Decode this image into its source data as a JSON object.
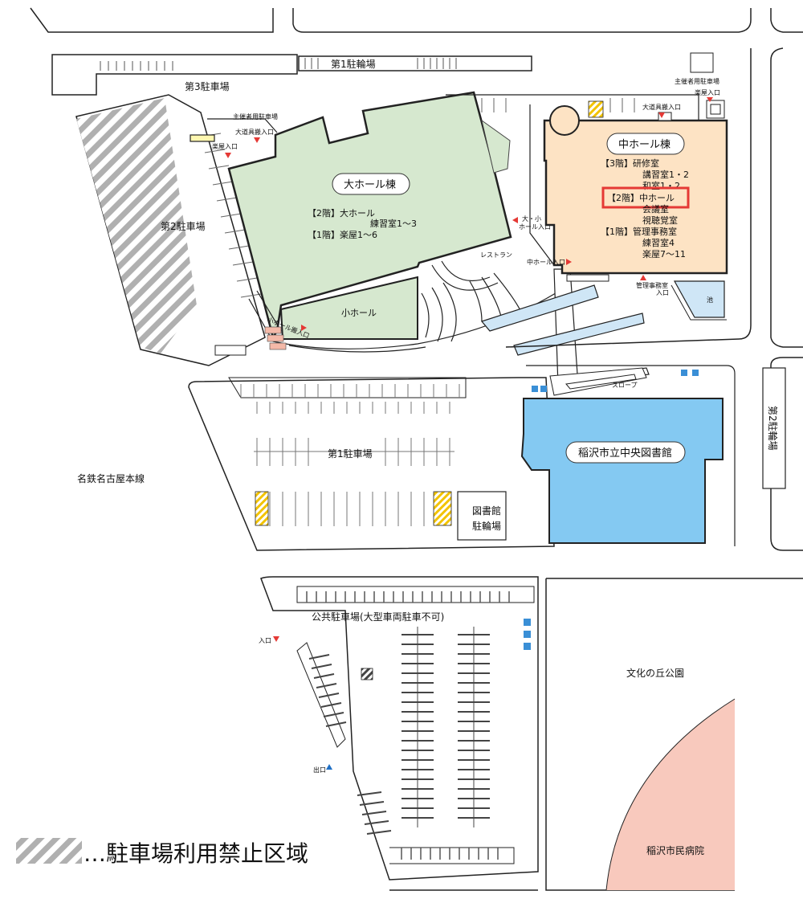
{
  "colors": {
    "grand_hall": "#d6e8cf",
    "middle_hall": "#fde3c4",
    "library": "#84c9f2",
    "hospital": "#f8c9bd",
    "pond": "#cfe6f6",
    "highlight": "#e53935",
    "entrance_marker": "#e53935",
    "exit_marker": "#1f6fc5",
    "stripe": "#b0b0b0",
    "caution": "#f2c300",
    "accessible": "#3a8fd6"
  },
  "buildings": {
    "grand_hall": {
      "name": "大ホール棟",
      "floor2": "【2階】大ホール",
      "floor2_sub": "練習室1～3",
      "floor1": "【1階】楽屋1～6",
      "small_hall": "小ホール"
    },
    "middle_hall": {
      "name": "中ホール棟",
      "floor3": "【3階】研修室",
      "floor3_sub1": "講習室1・2",
      "floor3_sub2": "和室1・2",
      "floor2": "【2階】中ホール",
      "floor2_sub1": "会議室",
      "floor2_sub2": "視聴覚室",
      "floor1": "【1階】管理事務室",
      "floor1_sub1": "練習室4",
      "floor1_sub2": "楽屋7～11"
    },
    "library": {
      "name": "稲沢市立中央図書館",
      "bike_parking": "図書館",
      "bike_parking_2": "駐輪場"
    },
    "restaurant": "レストラン",
    "pond": "池",
    "slope": "スロープ"
  },
  "parking": {
    "lot1": "第1駐車場",
    "lot2": "第2駐車場",
    "lot3": "第3駐車場",
    "bike1": "第1駐輪場",
    "bike2": "第2駐輪場",
    "public": "公共駐車場(大型車両駐車不可)",
    "organizer_left": "主催者用駐車場",
    "organizer_right": "主催者用駐車場"
  },
  "entrances": {
    "props_left": "大道具搬入口",
    "green_room_left": "楽屋入口",
    "props_right": "大道具搬入口",
    "green_room_right": "楽屋入口",
    "hall_entrance_a": "大・小",
    "hall_entrance_b": "ホール入口",
    "middle_hall_entrance": "中ホール入口",
    "office_entrance_a": "管理事務室",
    "office_entrance_b": "入口",
    "small_hall_props": "小ホール搬入口",
    "public_in": "入口",
    "public_out": "出口"
  },
  "surroundings": {
    "railway": "名鉄名古屋本線",
    "park": "文化の丘公園",
    "hospital": "稲沢市民病院"
  },
  "legend": {
    "no_parking": "…駐車場利用禁止区域"
  }
}
